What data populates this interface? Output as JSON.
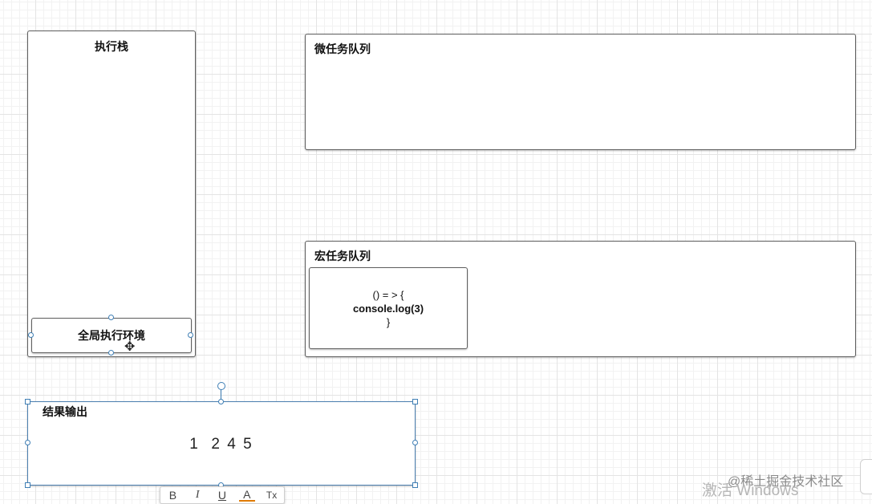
{
  "exec_stack": {
    "title": "执行栈"
  },
  "global_context": {
    "label": "全局执行环境"
  },
  "micro_queue": {
    "title": "微任务队列"
  },
  "macro_queue": {
    "title": "宏任务队列",
    "task": {
      "line1": "() = > {",
      "line2": "console.log(3)",
      "line3": "}"
    }
  },
  "output": {
    "title": "结果输出",
    "value": "1  2 4 5"
  },
  "toolbar": {
    "bold": "B",
    "italic": "I",
    "underline": "U",
    "font_color": "A",
    "clear_format": "Tx"
  },
  "watermark": {
    "site": "@稀土掘金技术社区",
    "activate": "激活 Windows"
  },
  "colors": {
    "handle": "#3f7fb5",
    "box_border": "#5f5f5f",
    "font_color_accent": "#e07b00"
  }
}
